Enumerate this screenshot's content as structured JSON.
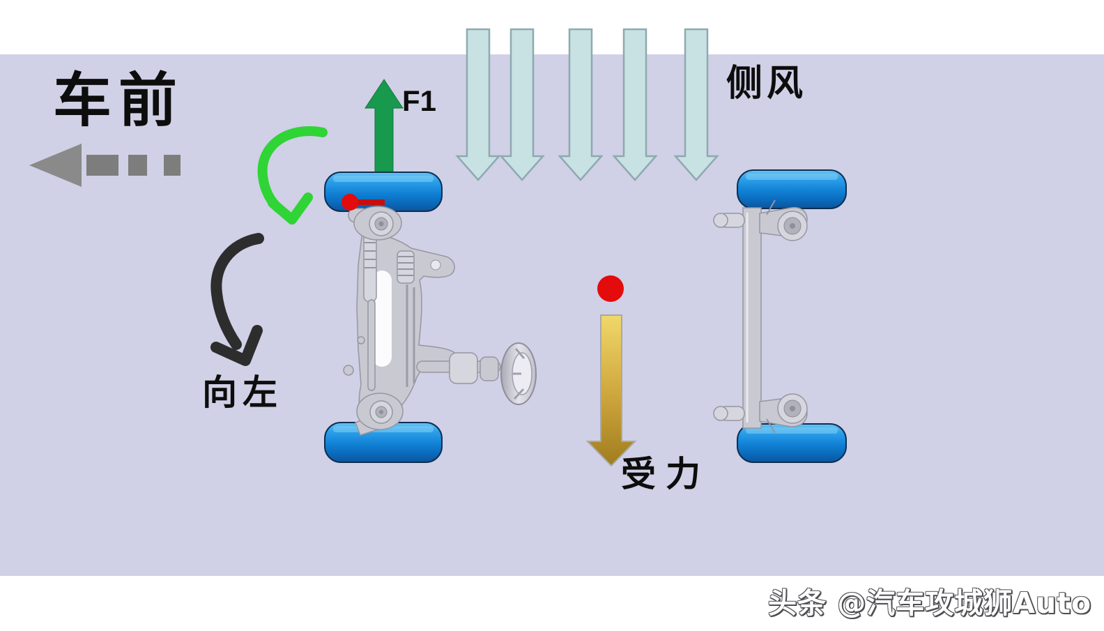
{
  "labels": {
    "front_direction": "车前",
    "force_f1": "F1",
    "crosswind": "侧风",
    "turn_left": "向左",
    "force_applied": "受力"
  },
  "watermark": "头条 @汽车攻城狮Auto",
  "annotations": {
    "front_arrow": {
      "meaning": "车前 = front of car",
      "direction": "left",
      "style": "gray dashed arrow"
    },
    "f1_arrow": {
      "label": "F1",
      "direction": "up",
      "at": "front-left wheel",
      "color_name": "green"
    },
    "crosswind_arrows": {
      "label": "侧风",
      "count": 5,
      "direction": "down",
      "color_name": "light blue"
    },
    "green_rotation_arrow": {
      "direction": "counterclockwise curve near front-left wheel"
    },
    "black_rotation_arrow": {
      "label": "向左",
      "direction": "curving down-left"
    },
    "pivot_marker": {
      "style": "red dot with short red lever line on front-left wheel"
    },
    "force_arrow": {
      "label": "受力",
      "direction": "down",
      "style": "red dot above gold arrow",
      "at": "center between axles"
    }
  },
  "components": {
    "left_assembly": "multi-link suspension with two blue wheels",
    "right_assembly": "torsion beam axle with two blue wheels"
  },
  "colors": {
    "page": "#ffffff",
    "band": "#d0d0e6",
    "crosswind-fill": "#c8e2e4",
    "crosswind-stroke": "#8ea9b0",
    "f1-green": "#189a4e",
    "rotation-green": "#2fd435",
    "rotation-black": "#2d2d2d",
    "direction-gray": "#7d7d7d",
    "force-gold-light": "#f0d86b",
    "force-gold-dark": "#9f7d1e",
    "marker-red": "#e30b0b",
    "wheel-blue": "#1080d4",
    "wheel-outline": "#0c2f52",
    "text-black": "#0d0d0d"
  }
}
